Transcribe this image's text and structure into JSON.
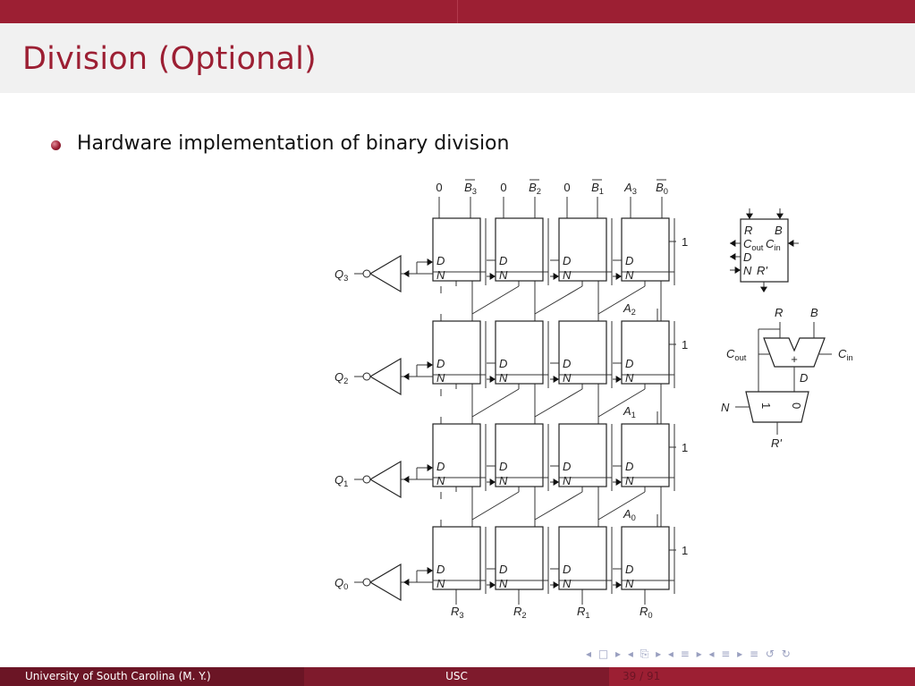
{
  "slide": {
    "title": "Division (Optional)",
    "bullet": "Hardware implementation of binary division"
  },
  "diagram": {
    "top_inputs": [
      {
        "label": "0",
        "overline": false
      },
      {
        "label": "B3",
        "overline": true
      },
      {
        "label": "0",
        "overline": false
      },
      {
        "label": "B2",
        "overline": true
      },
      {
        "label": "0",
        "overline": false
      },
      {
        "label": "B1",
        "overline": true
      },
      {
        "label": "A3",
        "overline": false
      },
      {
        "label": "B0",
        "overline": true
      }
    ],
    "quotient_labels": [
      "Q3",
      "Q2",
      "Q1",
      "Q0"
    ],
    "dividend_labels": [
      "A2",
      "A1",
      "A0"
    ],
    "remainder_labels": [
      "R3",
      "R2",
      "R1",
      "R0"
    ],
    "cell_pin_d": "D",
    "cell_pin_n": "N",
    "carry_in_one": "1",
    "cell_symbol": {
      "r": "R",
      "b": "B",
      "cout": "Cout",
      "cin": "Cin",
      "d": "D",
      "n": "N",
      "rprime": "R'"
    },
    "cell_detail": {
      "r": "R",
      "b": "B",
      "cout": "Cout",
      "cin": "Cin",
      "plus": "+",
      "d": "D",
      "n": "N",
      "mux_one": "1",
      "mux_zero": "0",
      "rprime": "R'"
    }
  },
  "footer": {
    "left": "University of South Carolina  (M. Y.)",
    "center": "USC",
    "page": "39 / 91"
  },
  "nav": {
    "symbols": "◂ □ ▸ ◂ ⎘ ▸ ◂ ≡ ▸ ◂ ≡ ▸   ≡   ↺ ↻"
  },
  "colors": {
    "accent": "#9c1f33",
    "footer_dark": "#6b1525",
    "footer_mid": "#7e1a2c"
  }
}
